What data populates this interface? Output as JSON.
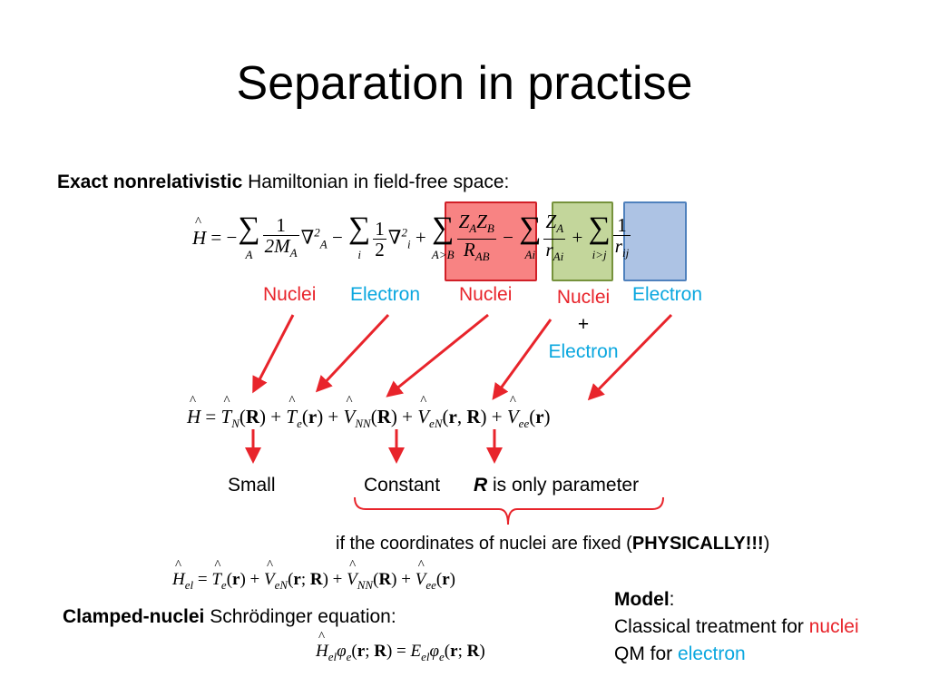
{
  "title": "Separation in practise",
  "intro": {
    "bold": "Exact nonrelativistic",
    "rest": " Hamiltonian in field-free space:"
  },
  "term_labels": {
    "t1": "Nuclei",
    "t2": "Electron",
    "t3": "Nuclei",
    "t4_line1": "Nuclei",
    "t4_plus": "+",
    "t4_line2": "Electron",
    "t5": "Electron"
  },
  "outcomes": {
    "small": "Small",
    "constant": "Constant",
    "param_symbol": "R",
    "param_rest": " is only parameter"
  },
  "condition": {
    "before": "if the coordinates of nuclei are fixed (",
    "bold": "PHYSICALLY!!!",
    "after": ")"
  },
  "clamped": {
    "bold": "Clamped-nuclei",
    "rest": " Schrödinger equation:"
  },
  "model": {
    "heading": "Model",
    "colon": ":",
    "line1_prefix": "Classical treatment for ",
    "line1_highlight": "nuclei",
    "line2_prefix": "QM for ",
    "line2_highlight": "electron"
  },
  "colors": {
    "red": "#e8242b",
    "cyan": "#0aa7df",
    "box_red_fill": "#f88383",
    "box_red_border": "#d11f27",
    "box_green_fill": "#c3d69b",
    "box_green_border": "#76923c",
    "box_blue_fill": "#adc3e4",
    "box_blue_border": "#4f81bd"
  }
}
